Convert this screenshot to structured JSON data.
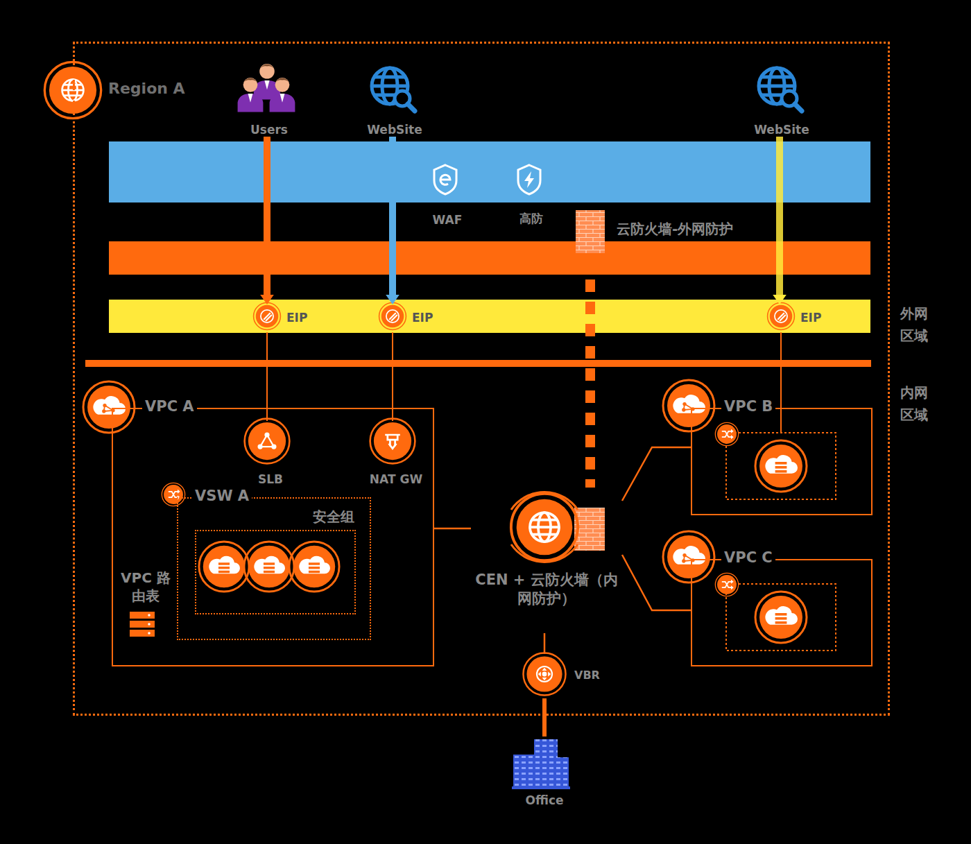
{
  "diagram": {
    "nodes": [
      {
        "text": [
          "Region A"
        ]
      },
      {
        "text": [
          "Users"
        ],
        "in": 0
      },
      {
        "text": [
          "WebSite"
        ],
        "in": 0
      },
      {
        "text": [
          "WebSite"
        ],
        "in": 0
      },
      {
        "text": [
          "WAF"
        ],
        "in": 0
      },
      {
        "text": [
          "高防"
        ],
        "in": 0
      },
      {
        "text": [
          "云防火墙-外网防护"
        ],
        "in": 0
      },
      {
        "text": [
          "EIP"
        ],
        "in": 0
      },
      {
        "text": [
          "EIP"
        ],
        "in": 0
      },
      {
        "text": [
          "EIP"
        ],
        "in": 0
      },
      {
        "text": [
          "VPC A"
        ],
        "in": 0
      },
      {
        "text": [
          "SLB"
        ],
        "in": 10
      },
      {
        "text": [
          "NAT GW"
        ],
        "in": 10
      },
      {
        "text": [
          "VSW A"
        ],
        "in": 10
      },
      {
        "text": [
          "安全组"
        ],
        "in": 13
      },
      {
        "text": [
          "VPC 路由表"
        ],
        "in": 10
      },
      {
        "text": [
          "CEN + 云防火墙（内网防护）"
        ],
        "in": 0
      },
      {
        "text": [
          "VPC B"
        ],
        "in": 0
      },
      {
        "text": [
          "VPC C"
        ],
        "in": 0
      },
      {
        "text": [
          "VBR"
        ],
        "in": 0
      },
      {
        "text": [
          "Office"
        ]
      }
    ],
    "edges": [
      {
        "from": 1,
        "to": 7,
        "arrow": "to"
      },
      {
        "from": 2,
        "to": 8,
        "arrow": "to"
      },
      {
        "from": 3,
        "to": 9,
        "arrow": "to"
      },
      {
        "from": 7,
        "to": 11,
        "arrow": "none"
      },
      {
        "from": 8,
        "to": 12,
        "arrow": "none"
      },
      {
        "from": 9,
        "to": 17,
        "arrow": "none"
      },
      {
        "from": 6,
        "to": 16,
        "arrow": "none"
      },
      {
        "from": 10,
        "to": 16,
        "arrow": "none"
      },
      {
        "from": 16,
        "to": 17,
        "arrow": "none"
      },
      {
        "from": 16,
        "to": 18,
        "arrow": "none"
      },
      {
        "from": 16,
        "to": 19,
        "arrow": "none"
      },
      {
        "from": 19,
        "to": 20,
        "arrow": "none"
      }
    ],
    "labels": [
      "外网 区域",
      "内网 区域"
    ]
  }
}
